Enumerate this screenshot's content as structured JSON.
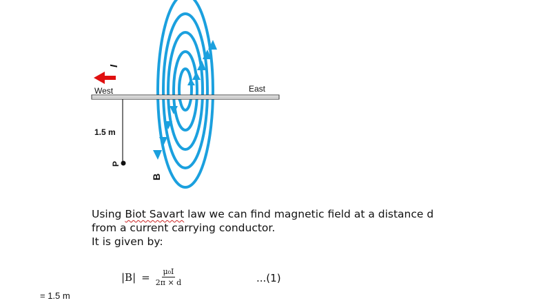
{
  "diagram": {
    "current_label": "I",
    "west_label": "West",
    "east_label": "East",
    "distance_label": "1.5 m",
    "point_label": "P",
    "field_label": "B"
  },
  "text": {
    "line1_before": "Using ",
    "line1_term": "Biot Savart",
    "line1_after": " law we can find magnetic field at a distance d",
    "line2": "from a current carrying conductor.",
    "line3": "It is given by:"
  },
  "equation": {
    "lhs": "|B|",
    "equals": "=",
    "numerator": "μ₀I",
    "denominator": "2π × d",
    "number": "...(1)"
  },
  "footer": {
    "value": "= 1.5 m"
  },
  "colors": {
    "field_lines": "#1ba0de",
    "current_arrow": "#e01010"
  }
}
